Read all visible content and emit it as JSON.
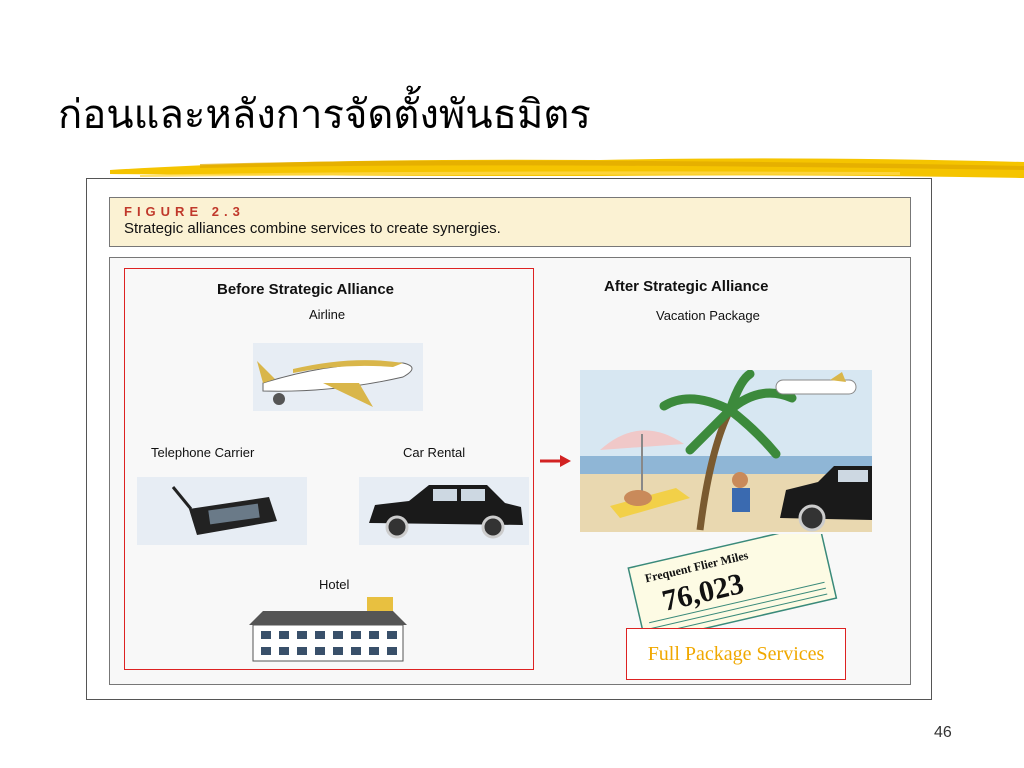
{
  "slide": {
    "title": "ก่อนและหลังการจัดตั้งพันธมิตร",
    "page_number": "46"
  },
  "figure": {
    "label": "FIGURE 2.3",
    "caption": "Strategic alliances combine services to create synergies."
  },
  "before": {
    "heading": "Before Strategic Alliance",
    "airline": "Airline",
    "telephone": "Telephone Carrier",
    "car_rental": "Car Rental",
    "hotel": "Hotel"
  },
  "after": {
    "heading": "After Strategic Alliance",
    "vacation": "Vacation Package",
    "ticket_title": "Frequent Flier Miles",
    "miles": "76,023",
    "full_package": "Full Package Services"
  },
  "colors": {
    "accent_red": "#d22222",
    "caption_bg": "#fbf2d3",
    "brush_yellow": "#f5c400",
    "full_package_text": "#f0a800"
  }
}
